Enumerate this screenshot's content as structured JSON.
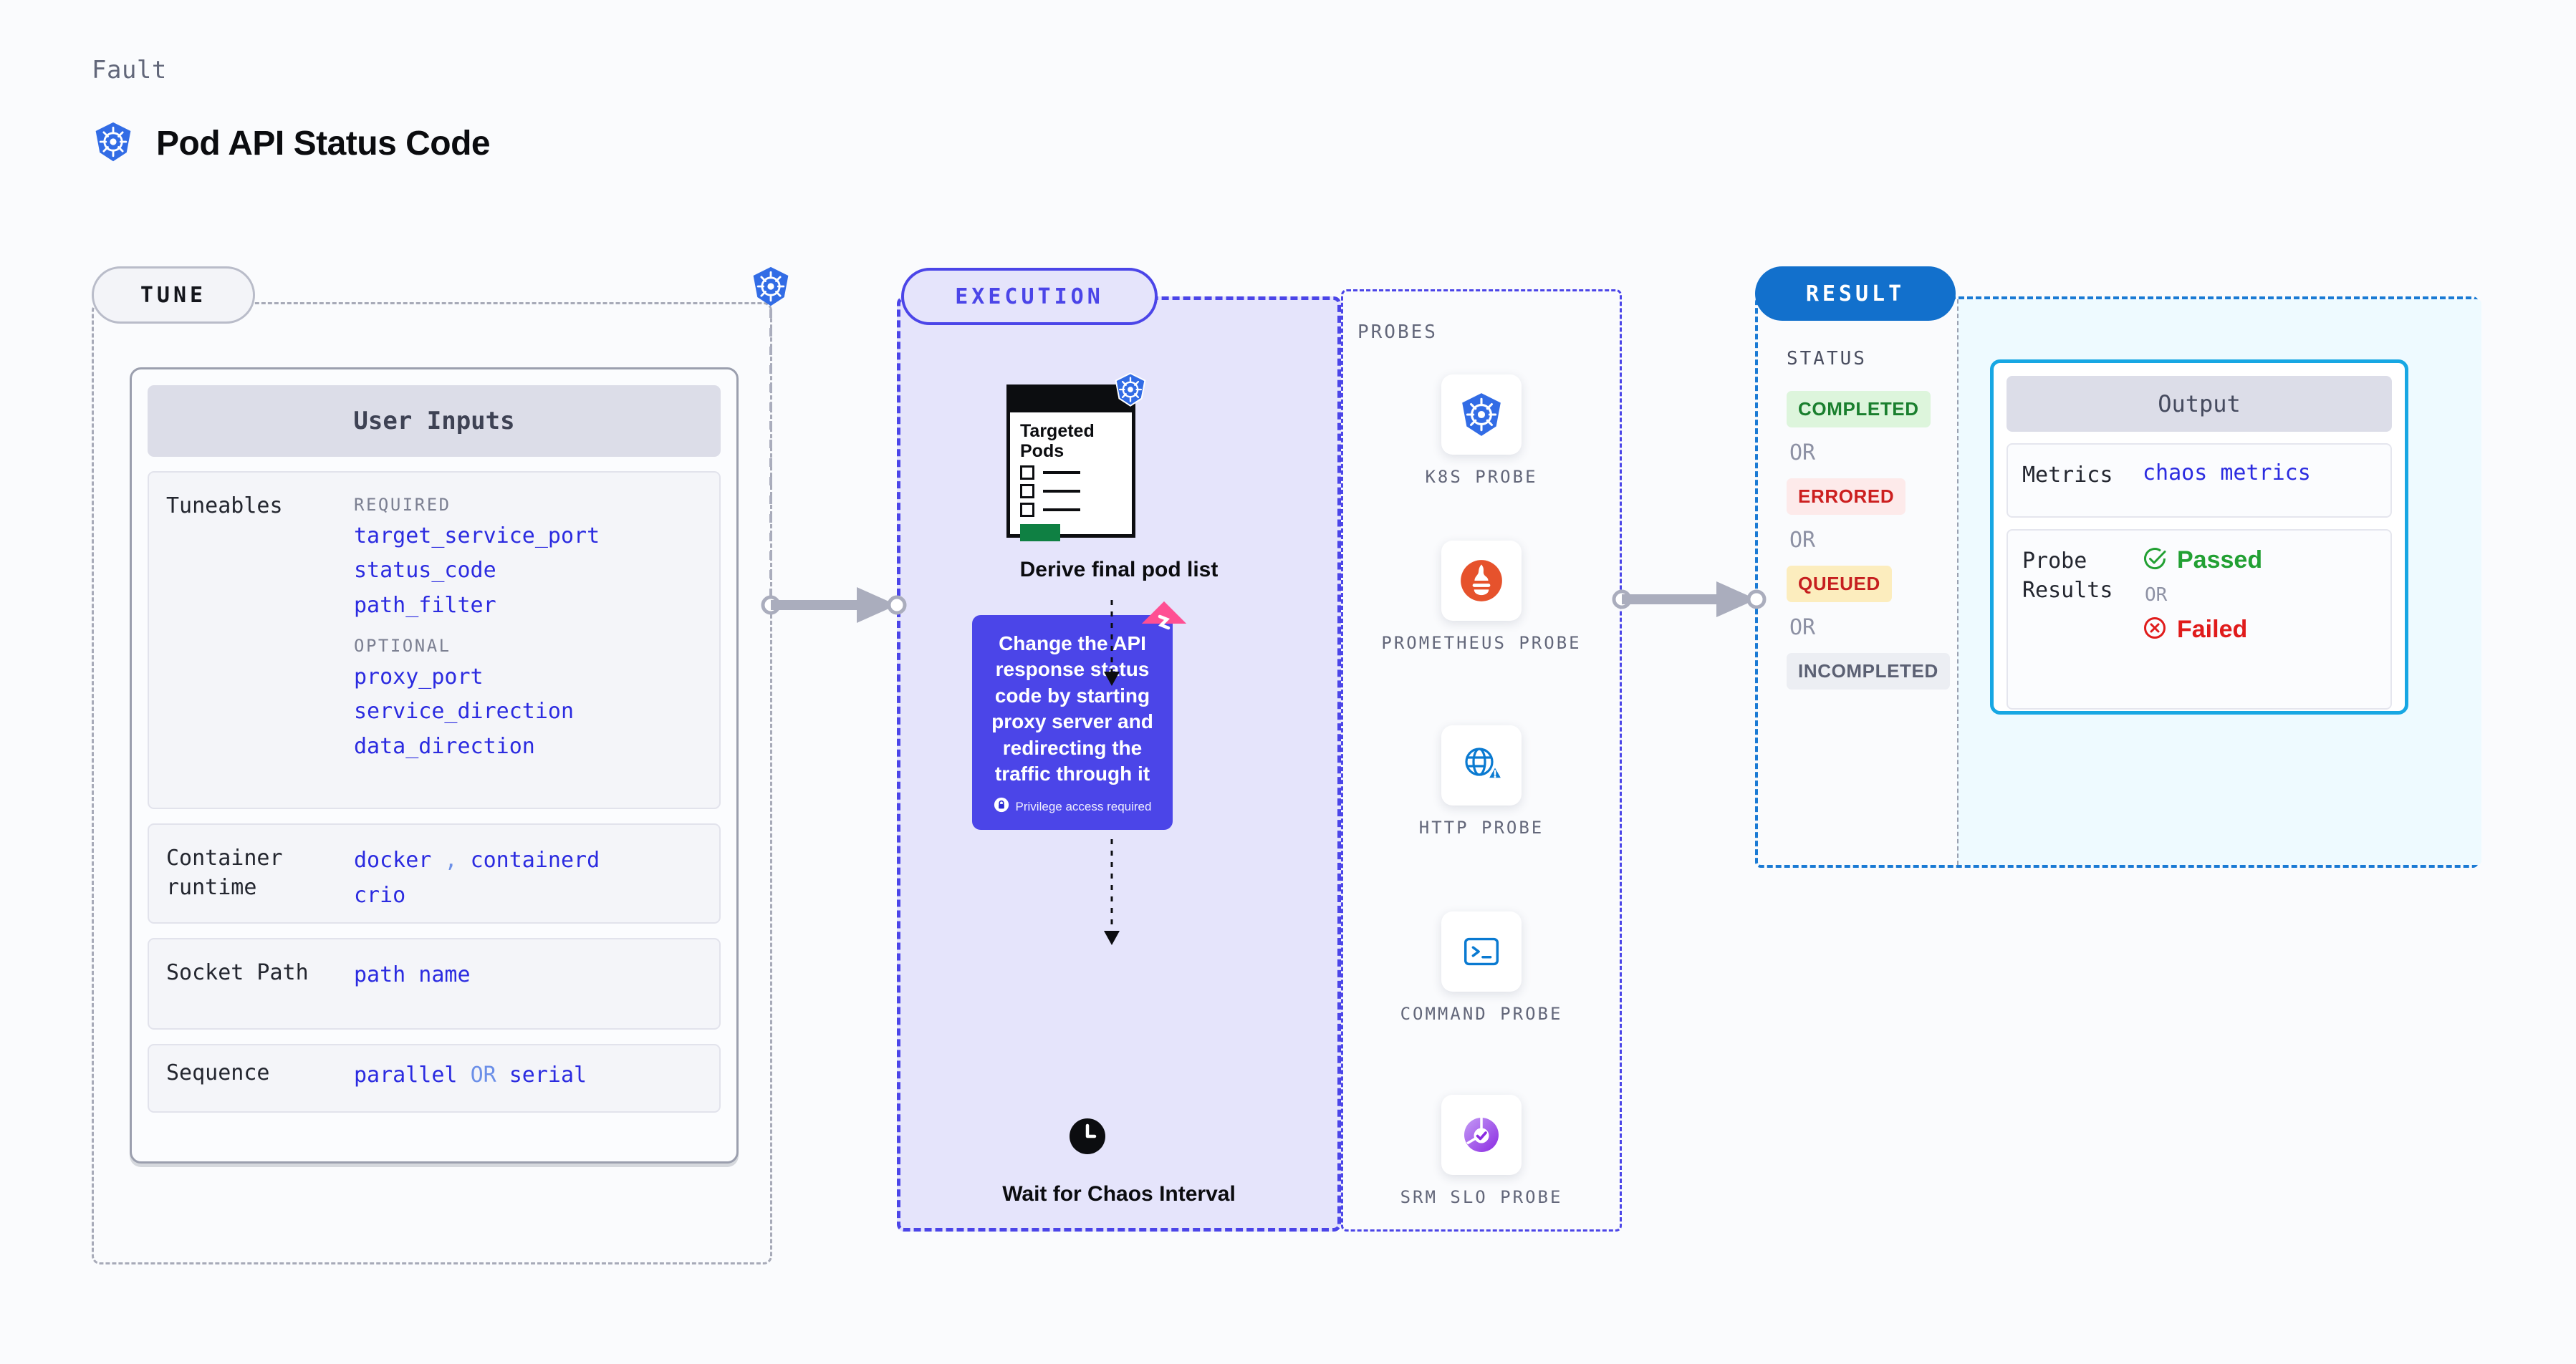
{
  "header": {
    "eyebrow": "Fault",
    "title": "Pod API Status Code",
    "icon": "kubernetes-icon"
  },
  "tune": {
    "badge": "TUNE",
    "card_title": "User Inputs",
    "rows": [
      {
        "key": "Tuneables",
        "groups": [
          {
            "label": "REQUIRED",
            "values": [
              "target_service_port",
              "status_code",
              "path_filter"
            ]
          },
          {
            "label": "OPTIONAL",
            "values": [
              "proxy_port",
              "service_direction",
              "data_direction"
            ]
          }
        ]
      },
      {
        "key": "Container runtime",
        "values": [
          "docker",
          "containerd",
          "crio"
        ],
        "separator": ","
      },
      {
        "key": "Socket Path",
        "values": [
          "path name"
        ]
      },
      {
        "key": "Sequence",
        "values": [
          "parallel",
          "serial"
        ],
        "separator": "OR"
      }
    ]
  },
  "execution": {
    "badge": "EXECUTION",
    "pods_card": {
      "title": "Targeted Pods",
      "icon": "kubernetes-icon"
    },
    "derive_label": "Derive final pod list",
    "action": {
      "text": "Change the API response status code by starting proxy server and redirecting the traffic through it",
      "privilege_note": "Privilege access required",
      "privilege_icon": "lock-icon",
      "ribbon_icon": "chaos-fault-icon",
      "color": "#4b45e8"
    },
    "wait": {
      "icon": "clock-icon",
      "label": "Wait for Chaos Interval"
    }
  },
  "probes": {
    "label": "PROBES",
    "items": [
      {
        "name": "K8S PROBE",
        "icon": "kubernetes-icon"
      },
      {
        "name": "PROMETHEUS PROBE",
        "icon": "prometheus-icon"
      },
      {
        "name": "HTTP PROBE",
        "icon": "http-globe-warning-icon"
      },
      {
        "name": "COMMAND PROBE",
        "icon": "terminal-icon"
      },
      {
        "name": "SRM SLO PROBE",
        "icon": "srm-slo-icon"
      }
    ]
  },
  "result": {
    "badge": "RESULT",
    "status_label": "STATUS",
    "or_text": "OR",
    "statuses": [
      {
        "label": "COMPLETED",
        "color": "#1a7f2e",
        "background": "#ddf5dc"
      },
      {
        "label": "ERRORED",
        "color": "#cc1f1f",
        "background": "#fdeaea"
      },
      {
        "label": "QUEUED",
        "color": "#c61f1f",
        "background": "#fcedbe"
      },
      {
        "label": "INCOMPLETED",
        "color": "#5b6073",
        "background": "#eceef3"
      }
    ],
    "output": {
      "title": "Output",
      "rows": [
        {
          "key": "Metrics",
          "value": "chaos metrics"
        },
        {
          "key": "Probe Results",
          "passed": "Passed",
          "failed": "Failed",
          "or_text": "OR",
          "passed_color": "#22a033",
          "failed_color": "#e01b1b"
        }
      ]
    }
  }
}
